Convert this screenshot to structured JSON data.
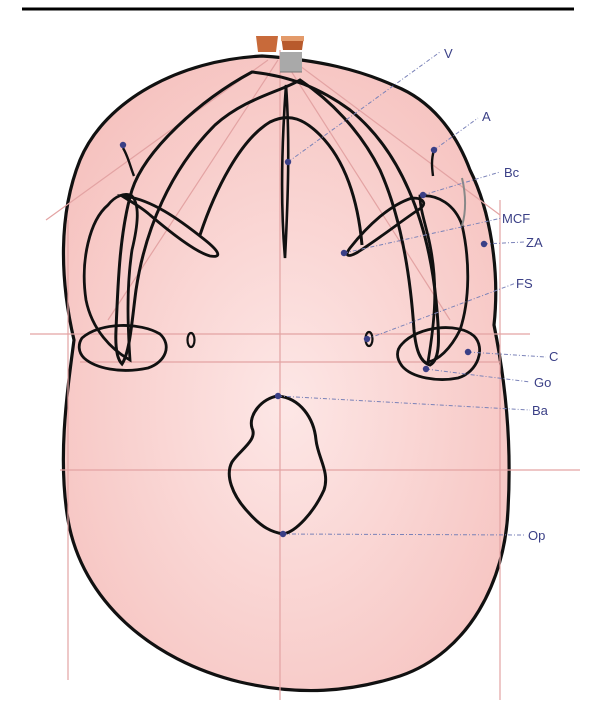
{
  "colors": {
    "outline": "#111111",
    "skull_fill": "#f9cfcc",
    "guide_line": "#e3a3a3",
    "leader_line": "#7a82b8",
    "landmark_dot": "#3a3f86",
    "label_text": "#3a3f86",
    "ear_rod": "#c86a3a",
    "nasal_rod": "#a9a9a9"
  },
  "landmarks": [
    {
      "id": "V",
      "label": "V"
    },
    {
      "id": "A",
      "label": "A"
    },
    {
      "id": "Bc",
      "label": "Bc"
    },
    {
      "id": "MCF",
      "label": "MCF"
    },
    {
      "id": "ZA",
      "label": "ZA"
    },
    {
      "id": "FS",
      "label": "FS"
    },
    {
      "id": "C",
      "label": "C"
    },
    {
      "id": "Go",
      "label": "Go"
    },
    {
      "id": "Ba",
      "label": "Ba"
    },
    {
      "id": "Op",
      "label": "Op"
    }
  ]
}
